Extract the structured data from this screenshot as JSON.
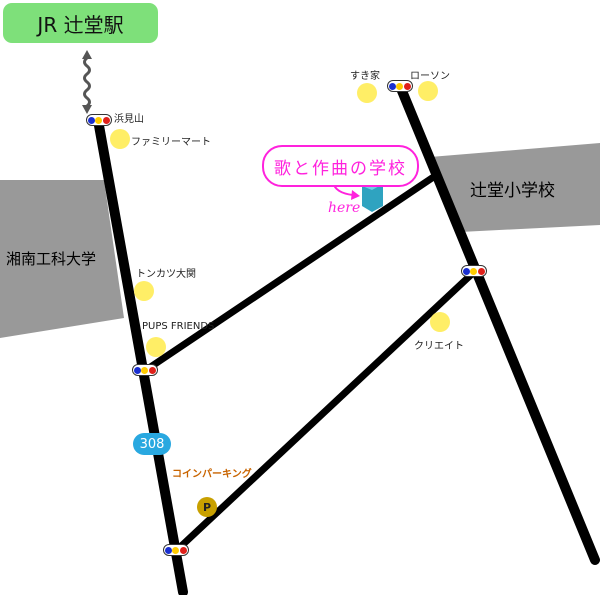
{
  "station": {
    "label": "JR 辻堂駅"
  },
  "areas": {
    "university": "湘南工科大学",
    "elementary_school": "辻堂小学校"
  },
  "landmarks": {
    "hamamiyama": "浜見山",
    "family_mart": "ファミリーマート",
    "sukiya": "すき家",
    "lawson": "ローソン",
    "tonkatsu": "トンカツ大関",
    "pups_friends": "PUPS FRIENDS",
    "create": "クリエイト",
    "coin_parking": "コインパーキング"
  },
  "destination": {
    "bubble_text": "歌と作曲の学校",
    "here_label": "here"
  },
  "route_number": "308",
  "parking_symbol": "P",
  "colors": {
    "station_box": "#7ee07a",
    "building_band": "#999999",
    "road": "#000000",
    "poi_dot": "#ffee66",
    "bubble_accent": "#ff22dd",
    "destination_building": "#2fa3c0",
    "route_badge": "#29a8e0",
    "parking_marker": "#c8a000",
    "coin_parking_text": "#c86400",
    "signal_lights": [
      "#1a2fd0",
      "#ffcc00",
      "#e0201a"
    ]
  }
}
